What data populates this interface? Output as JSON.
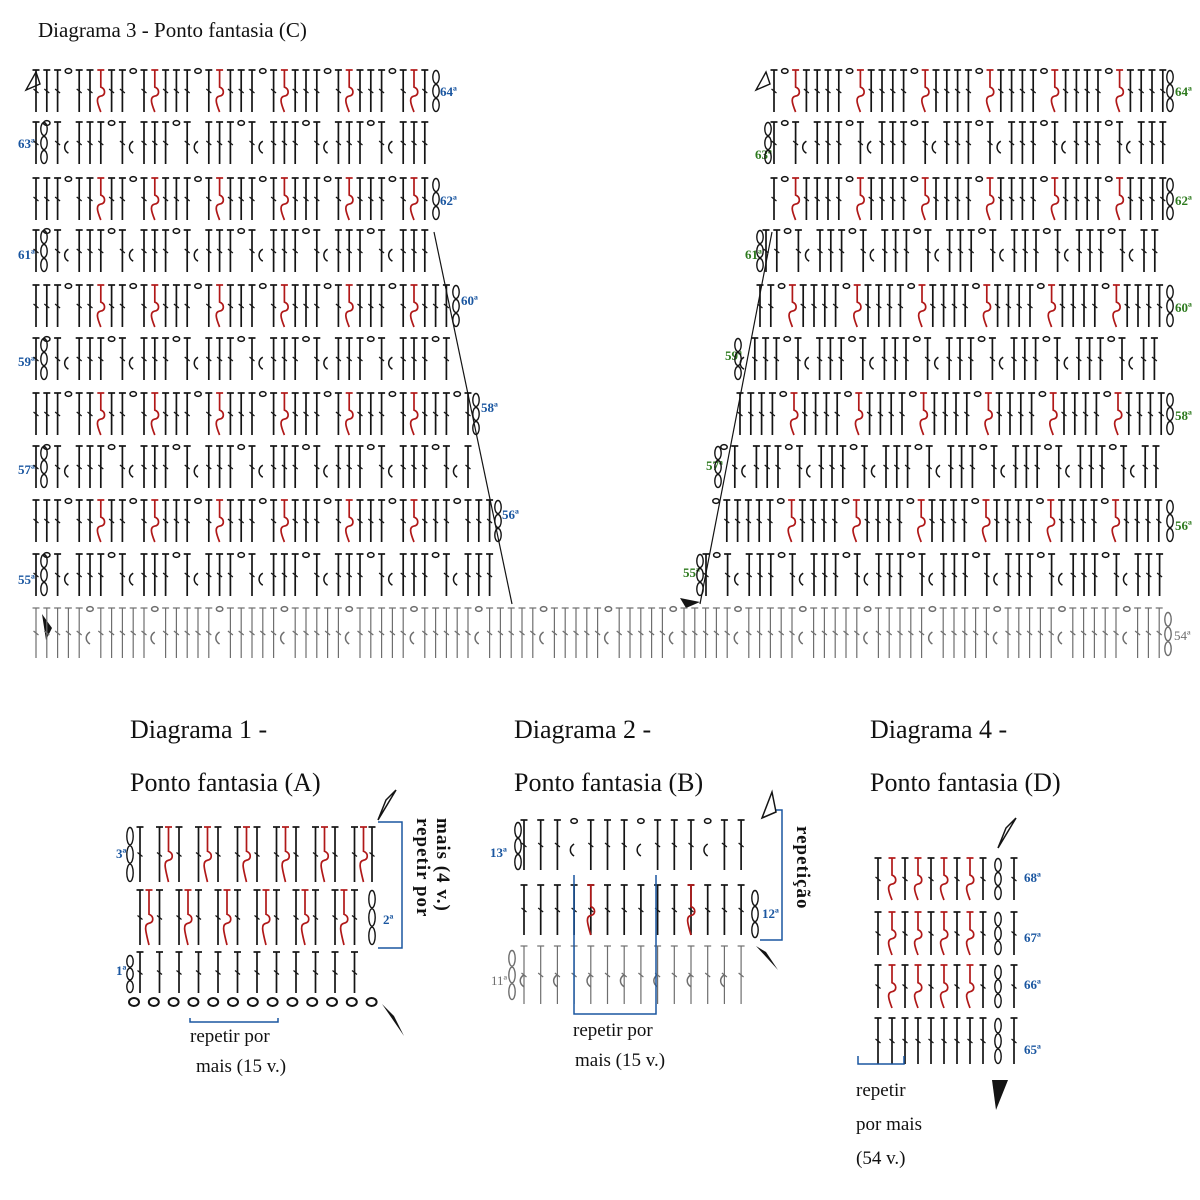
{
  "colors": {
    "ink": "#141414",
    "red": "#b01818",
    "grey": "#6e6e6e",
    "blue": "#1a56a0",
    "green": "#2d7a1e",
    "bracket": "#1a56a0"
  },
  "diagram3": {
    "title": "Diagrama 3 - Ponto fantasia (C)",
    "left_rows": [
      "64ª",
      "63ª",
      "62ª",
      "61ª",
      "60ª",
      "59ª",
      "58ª",
      "57ª",
      "56ª",
      "55ª"
    ],
    "right_rows": [
      "64ª",
      "63ª",
      "62ª",
      "61ª",
      "60ª",
      "59ª",
      "58ª",
      "57ª",
      "56ª",
      "55ª"
    ],
    "base_row": "54ª"
  },
  "diagram1": {
    "title_line1": "Diagrama 1 -",
    "title_line2": "Ponto fantasia (A)",
    "rows": [
      "3ª",
      "2ª",
      "1ª"
    ],
    "repeat_bottom": [
      "repetir por",
      "mais (15 v.)"
    ],
    "repeat_side": [
      "repetir por",
      "mais (4 v.)"
    ]
  },
  "diagram2": {
    "title_line1": "Diagrama 2 -",
    "title_line2": "Ponto fantasia (B)",
    "rows": [
      "13ª",
      "12ª",
      "11ª"
    ],
    "repeat_bottom": [
      "repetir por",
      "mais (15 v.)"
    ],
    "repeat_side": "repetição"
  },
  "diagram4": {
    "title_line1": "Diagrama 4 -",
    "title_line2": "Ponto fantasia (D)",
    "rows": [
      "68ª",
      "67ª",
      "66ª",
      "65ª"
    ],
    "repeat_bottom": [
      "repetir",
      "por mais",
      "(54 v.)"
    ]
  }
}
